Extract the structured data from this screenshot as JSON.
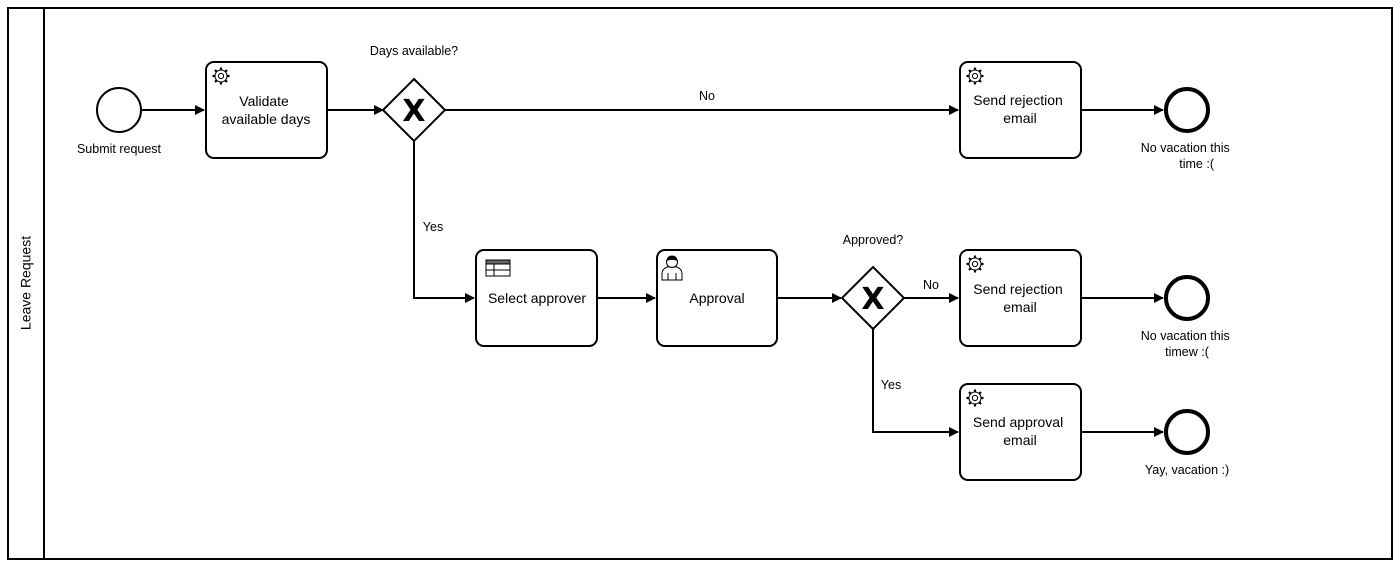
{
  "pool": {
    "label": "Leave Request"
  },
  "events": {
    "start": {
      "label": "Submit request"
    },
    "end_rejected_1": {
      "label_lines": [
        "No vacation this",
        "time :("
      ]
    },
    "end_rejected_2": {
      "label_lines": [
        "No vacation this",
        "timew :("
      ]
    },
    "end_approved": {
      "label_lines": [
        "Yay, vacation :)"
      ]
    }
  },
  "tasks": {
    "validate": {
      "type_icon": "gear-icon",
      "label_lines": [
        "Validate",
        "available days"
      ]
    },
    "reject_1": {
      "type_icon": "gear-icon",
      "label_lines": [
        "Send rejection",
        "email"
      ]
    },
    "select_approver": {
      "type_icon": "table-icon",
      "label_lines": [
        "Select approver"
      ]
    },
    "approval": {
      "type_icon": "user-icon",
      "label_lines": [
        "Approval"
      ]
    },
    "reject_2": {
      "type_icon": "gear-icon",
      "label_lines": [
        "Send rejection",
        "email"
      ]
    },
    "send_approval": {
      "type_icon": "gear-icon",
      "label_lines": [
        "Send approval",
        "email"
      ]
    }
  },
  "gateways": {
    "days_available": {
      "label": "Days available?",
      "marker": "X"
    },
    "approved": {
      "label": "Approved?",
      "marker": "X"
    }
  },
  "flows": {
    "days_no": "No",
    "days_yes": "Yes",
    "approved_no": "No",
    "approved_yes": "Yes"
  }
}
